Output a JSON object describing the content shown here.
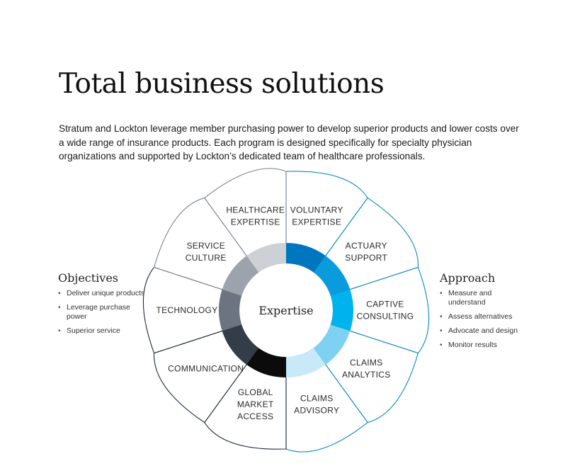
{
  "title": "Total business solutions",
  "intro": "Stratum and Lockton leverage member purchasing power to develop superior products and lower costs over a wide range of insurance products. Each program is designed specifically for specialty physician organizations and supported by Lockton’s dedicated team of healthcare professionals.",
  "objectives": {
    "title": "Objectives",
    "items": [
      "Deliver unique products",
      "Leverage purchase power",
      "Superior service"
    ]
  },
  "approach": {
    "title": "Approach",
    "items": [
      "Measure and understand",
      "Assess alternatives",
      "Advocate and design",
      "Monitor results"
    ]
  },
  "wheel": {
    "center": "Expertise",
    "segments": [
      {
        "lines": [
          "VOLUNTARY",
          "EXPERTISE"
        ],
        "ring_color": "#0076BE",
        "outline": "#0A86C6"
      },
      {
        "lines": [
          "ACTUARY",
          "SUPPORT"
        ],
        "ring_color": "#0A9BDD",
        "outline": "#0A86C6"
      },
      {
        "lines": [
          "CAPTIVE",
          "CONSULTING"
        ],
        "ring_color": "#00B3EE",
        "outline": "#0A86C6"
      },
      {
        "lines": [
          "CLAIMS",
          "ANALYTICS"
        ],
        "ring_color": "#7FD1F2",
        "outline": "#0A86C6"
      },
      {
        "lines": [
          "CLAIMS",
          "ADVISORY"
        ],
        "ring_color": "#C7E9F8",
        "outline": "#0A86C6"
      },
      {
        "lines": [
          "GLOBAL",
          "MARKET",
          "ACCESS"
        ],
        "ring_color": "#0B0B0B",
        "outline": "#1E2A38"
      },
      {
        "lines": [
          "COMMUNICATION"
        ],
        "ring_color": "#333D48",
        "outline": "#1E2A38"
      },
      {
        "lines": [
          "TECHNOLOGY"
        ],
        "ring_color": "#6B7480",
        "outline": "#1E2A38"
      },
      {
        "lines": [
          "SERVICE",
          "CULTURE"
        ],
        "ring_color": "#9CA3AC",
        "outline": "#7A838D"
      },
      {
        "lines": [
          "HEALTHCARE",
          "EXPERTISE"
        ],
        "ring_color": "#CDD1D6",
        "outline": "#7A838D"
      }
    ]
  }
}
